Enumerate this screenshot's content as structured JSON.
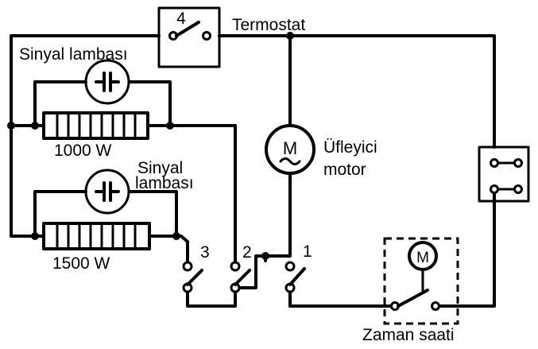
{
  "diagram": {
    "labels": {
      "thermostat": "Termostat",
      "switch_4": "4",
      "signal_lamp_top": "Sinyal lambası",
      "heater_1000": "1000 W",
      "signal_lamp_bottom_line1": "Sinyal",
      "signal_lamp_bottom_line2": "lambası",
      "heater_1500": "1500 W",
      "switch_3": "3",
      "switch_2": "2",
      "switch_1": "1",
      "motor_symbol": "M",
      "motor_line1": "Üfleyici",
      "motor_line2": "motor",
      "timer_motor_symbol": "M",
      "timer_label": "Zaman saati"
    }
  }
}
